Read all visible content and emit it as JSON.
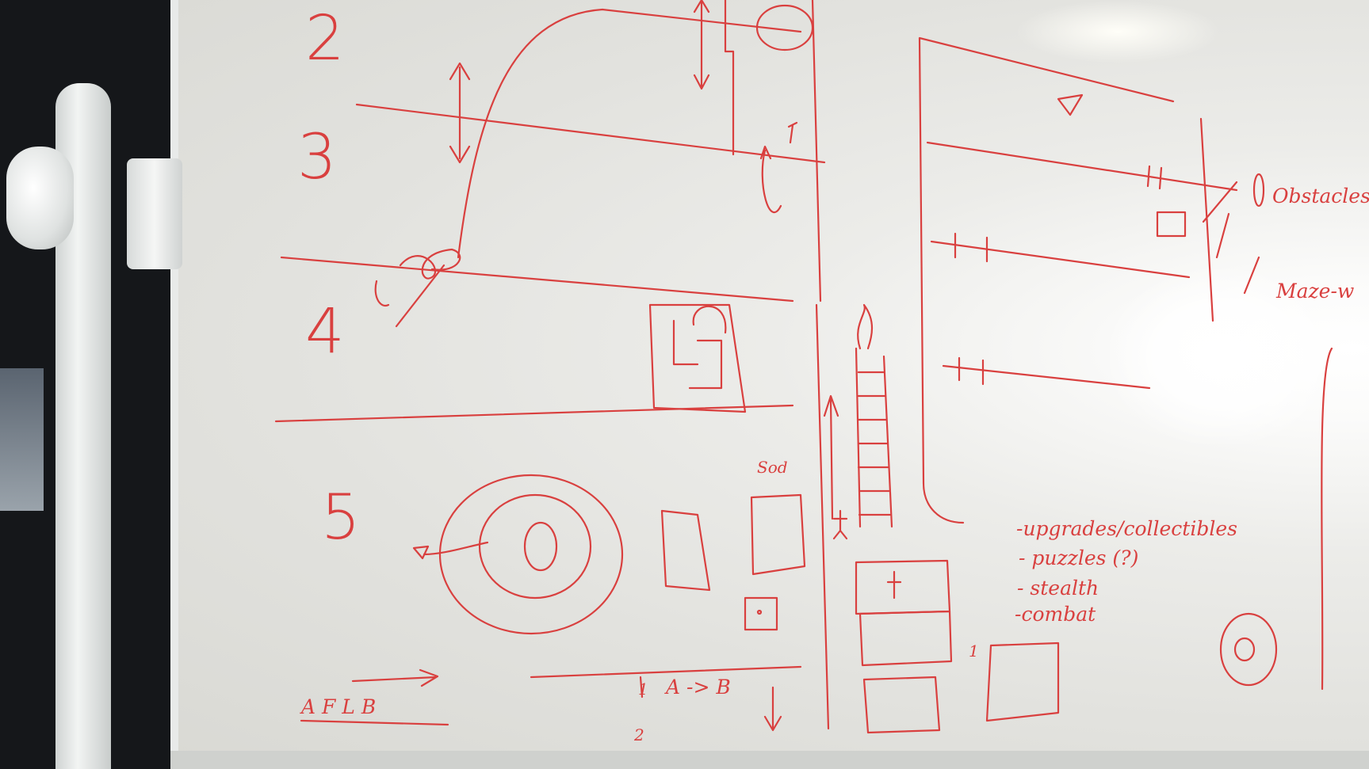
{
  "photo": {
    "subject": "whiteboard sketch",
    "ink_color": "#d9403f",
    "board_color": "#ececea"
  },
  "row_numbers": [
    "2",
    "3",
    "4",
    "5"
  ],
  "notes_list": [
    "-upgrades/collectibles",
    "- puzzles (?)",
    "- stealth",
    "-combat"
  ],
  "right_edge_notes": [
    "Obstacles",
    "Maze-w"
  ],
  "door_label": "Sod",
  "arrow_label": "A -> B",
  "bottom_left_label": "A  F L  B",
  "bottom_marks": [
    "1",
    "2",
    "1"
  ]
}
